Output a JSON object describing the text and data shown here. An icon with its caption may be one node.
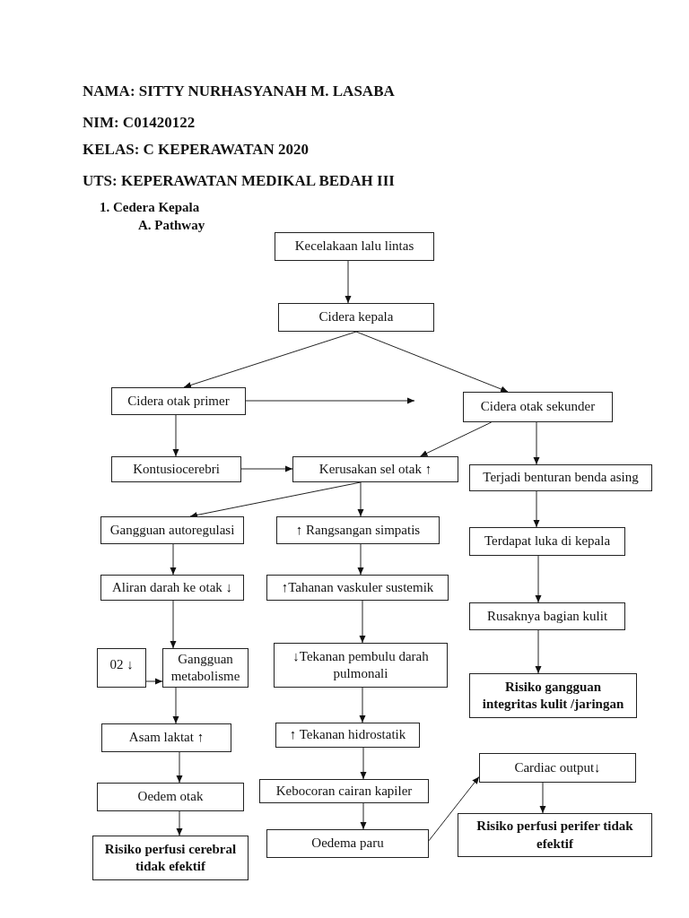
{
  "diagram": {
    "nodes": [
      {
        "text": [
          "Kecelakaan lalu lintas"
        ]
      },
      {
        "text": [
          "Cidera kepala"
        ]
      },
      {
        "text": [
          "Cidera otak primer"
        ]
      },
      {
        "text": [
          "Cidera otak sekunder"
        ]
      },
      {
        "text": [
          "Kontusiocerebri"
        ]
      },
      {
        "text": [
          "Kerusakan sel otak ↑"
        ]
      },
      {
        "text": [
          "Terjadi benturan benda asing"
        ]
      },
      {
        "text": [
          "Gangguan autoregulasi"
        ]
      },
      {
        "text": [
          "↑ Rangsangan simpatis"
        ]
      },
      {
        "text": [
          "Terdapat luka di kepala"
        ]
      },
      {
        "text": [
          "Aliran darah ke otak ↓"
        ]
      },
      {
        "text": [
          "↑Tahanan vaskuler sustemik"
        ]
      },
      {
        "text": [
          "Rusaknya bagian kulit"
        ]
      },
      {
        "text": [
          "02 ↓"
        ]
      },
      {
        "text": [
          "Gangguan metabolisme"
        ]
      },
      {
        "text": [
          "↓Tekanan pembulu darah pulmonali"
        ]
      },
      {
        "text": [
          "Risiko gangguan integritas kulit /jaringan"
        ]
      },
      {
        "text": [
          "Asam laktat ↑"
        ]
      },
      {
        "text": [
          "↑ Tekanan hidrostatik"
        ]
      },
      {
        "text": [
          "Cardiac output↓"
        ]
      },
      {
        "text": [
          "Kebocoran cairan kapiler"
        ]
      },
      {
        "text": [
          "Oedem otak"
        ]
      },
      {
        "text": [
          "Risiko perfusi perifer tidak efektif"
        ]
      },
      {
        "text": [
          "Oedema paru"
        ]
      },
      {
        "text": [
          "Risiko perfusi cerebral tidak efektif"
        ]
      }
    ],
    "edges": [
      {
        "from": 0,
        "to": 1,
        "arrow": "to"
      },
      {
        "from": 1,
        "to": 2,
        "arrow": "to"
      },
      {
        "from": 1,
        "to": 3,
        "arrow": "to"
      },
      {
        "from": 2,
        "to": null,
        "arrow": "to"
      },
      {
        "from": 2,
        "to": 4,
        "arrow": "to"
      },
      {
        "from": 3,
        "to": 5,
        "arrow": "to"
      },
      {
        "from": 3,
        "to": 6,
        "arrow": "to"
      },
      {
        "from": 4,
        "to": 5,
        "arrow": "to"
      },
      {
        "from": 5,
        "to": 7,
        "arrow": "to"
      },
      {
        "from": 5,
        "to": 8,
        "arrow": "to"
      },
      {
        "from": 6,
        "to": 9,
        "arrow": "to"
      },
      {
        "from": 7,
        "to": 10,
        "arrow": "to"
      },
      {
        "from": 8,
        "to": 11,
        "arrow": "to"
      },
      {
        "from": 9,
        "to": 12,
        "arrow": "to"
      },
      {
        "from": 10,
        "to": 14,
        "arrow": "to"
      },
      {
        "from": 13,
        "to": 14,
        "arrow": "to"
      },
      {
        "from": 11,
        "to": 15,
        "arrow": "to"
      },
      {
        "from": 12,
        "to": 16,
        "arrow": "to"
      },
      {
        "from": 14,
        "to": 17,
        "arrow": "to"
      },
      {
        "from": 15,
        "to": 18,
        "arrow": "to"
      },
      {
        "from": 17,
        "to": 21,
        "arrow": "to"
      },
      {
        "from": 18,
        "to": 20,
        "arrow": "to"
      },
      {
        "from": 20,
        "to": 23,
        "arrow": "to"
      },
      {
        "from": 21,
        "to": 24,
        "arrow": "to"
      },
      {
        "from": 23,
        "to": 19,
        "arrow": "to"
      },
      {
        "from": 19,
        "to": 22,
        "arrow": "to"
      }
    ],
    "labels": [
      "NAMA: SITTY NURHASYANAH M. LASABA",
      "NIM: C01420122",
      "KELAS: C KEPERAWATAN 2020",
      "UTS: KEPERAWATAN MEDIKAL BEDAH III",
      "1. Cedera Kepala",
      "A. Pathway"
    ]
  }
}
